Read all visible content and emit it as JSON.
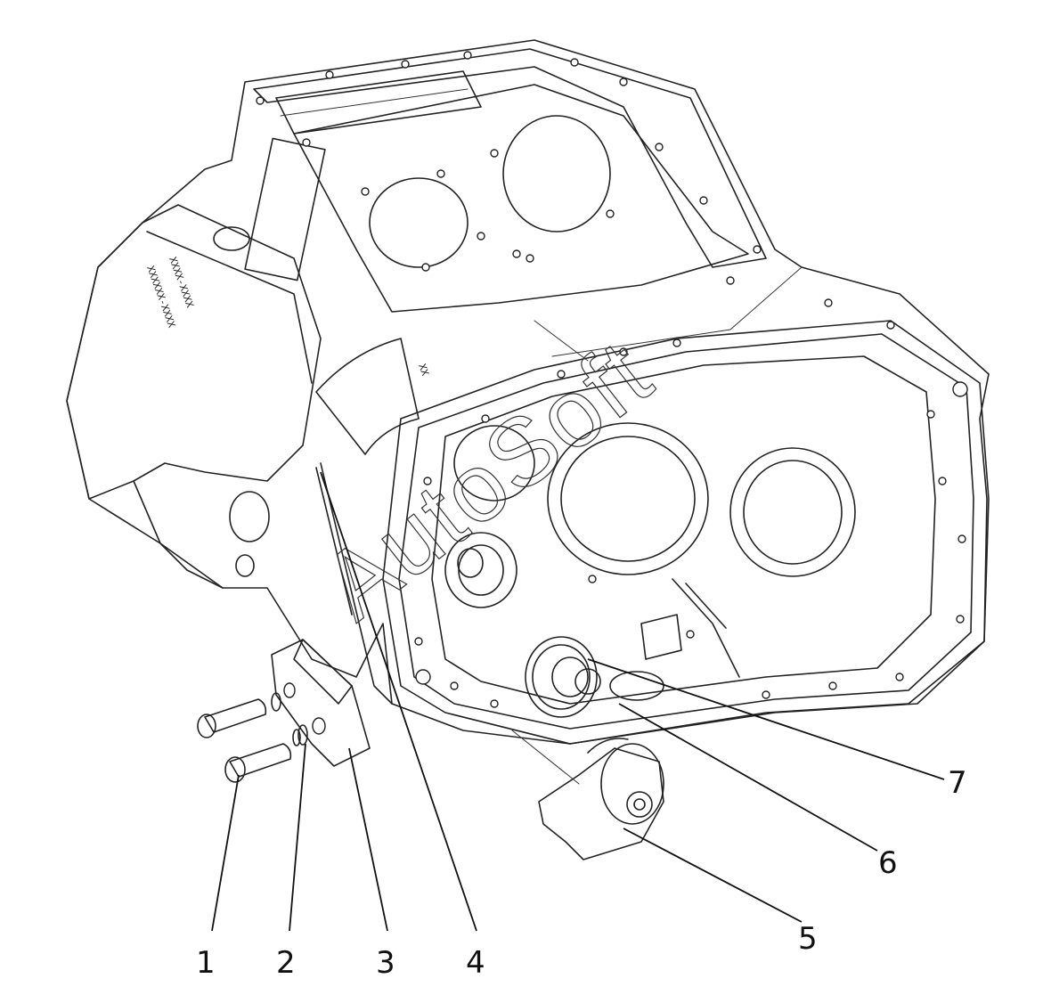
{
  "watermark": "AutoSoft",
  "callouts": [
    {
      "id": "1",
      "label": "1"
    },
    {
      "id": "2",
      "label": "2"
    },
    {
      "id": "3",
      "label": "3"
    },
    {
      "id": "4",
      "label": "4"
    },
    {
      "id": "5",
      "label": "5"
    },
    {
      "id": "6",
      "label": "6"
    },
    {
      "id": "7",
      "label": "7"
    }
  ],
  "colors": {
    "line": "#222222",
    "background": "#ffffff"
  }
}
